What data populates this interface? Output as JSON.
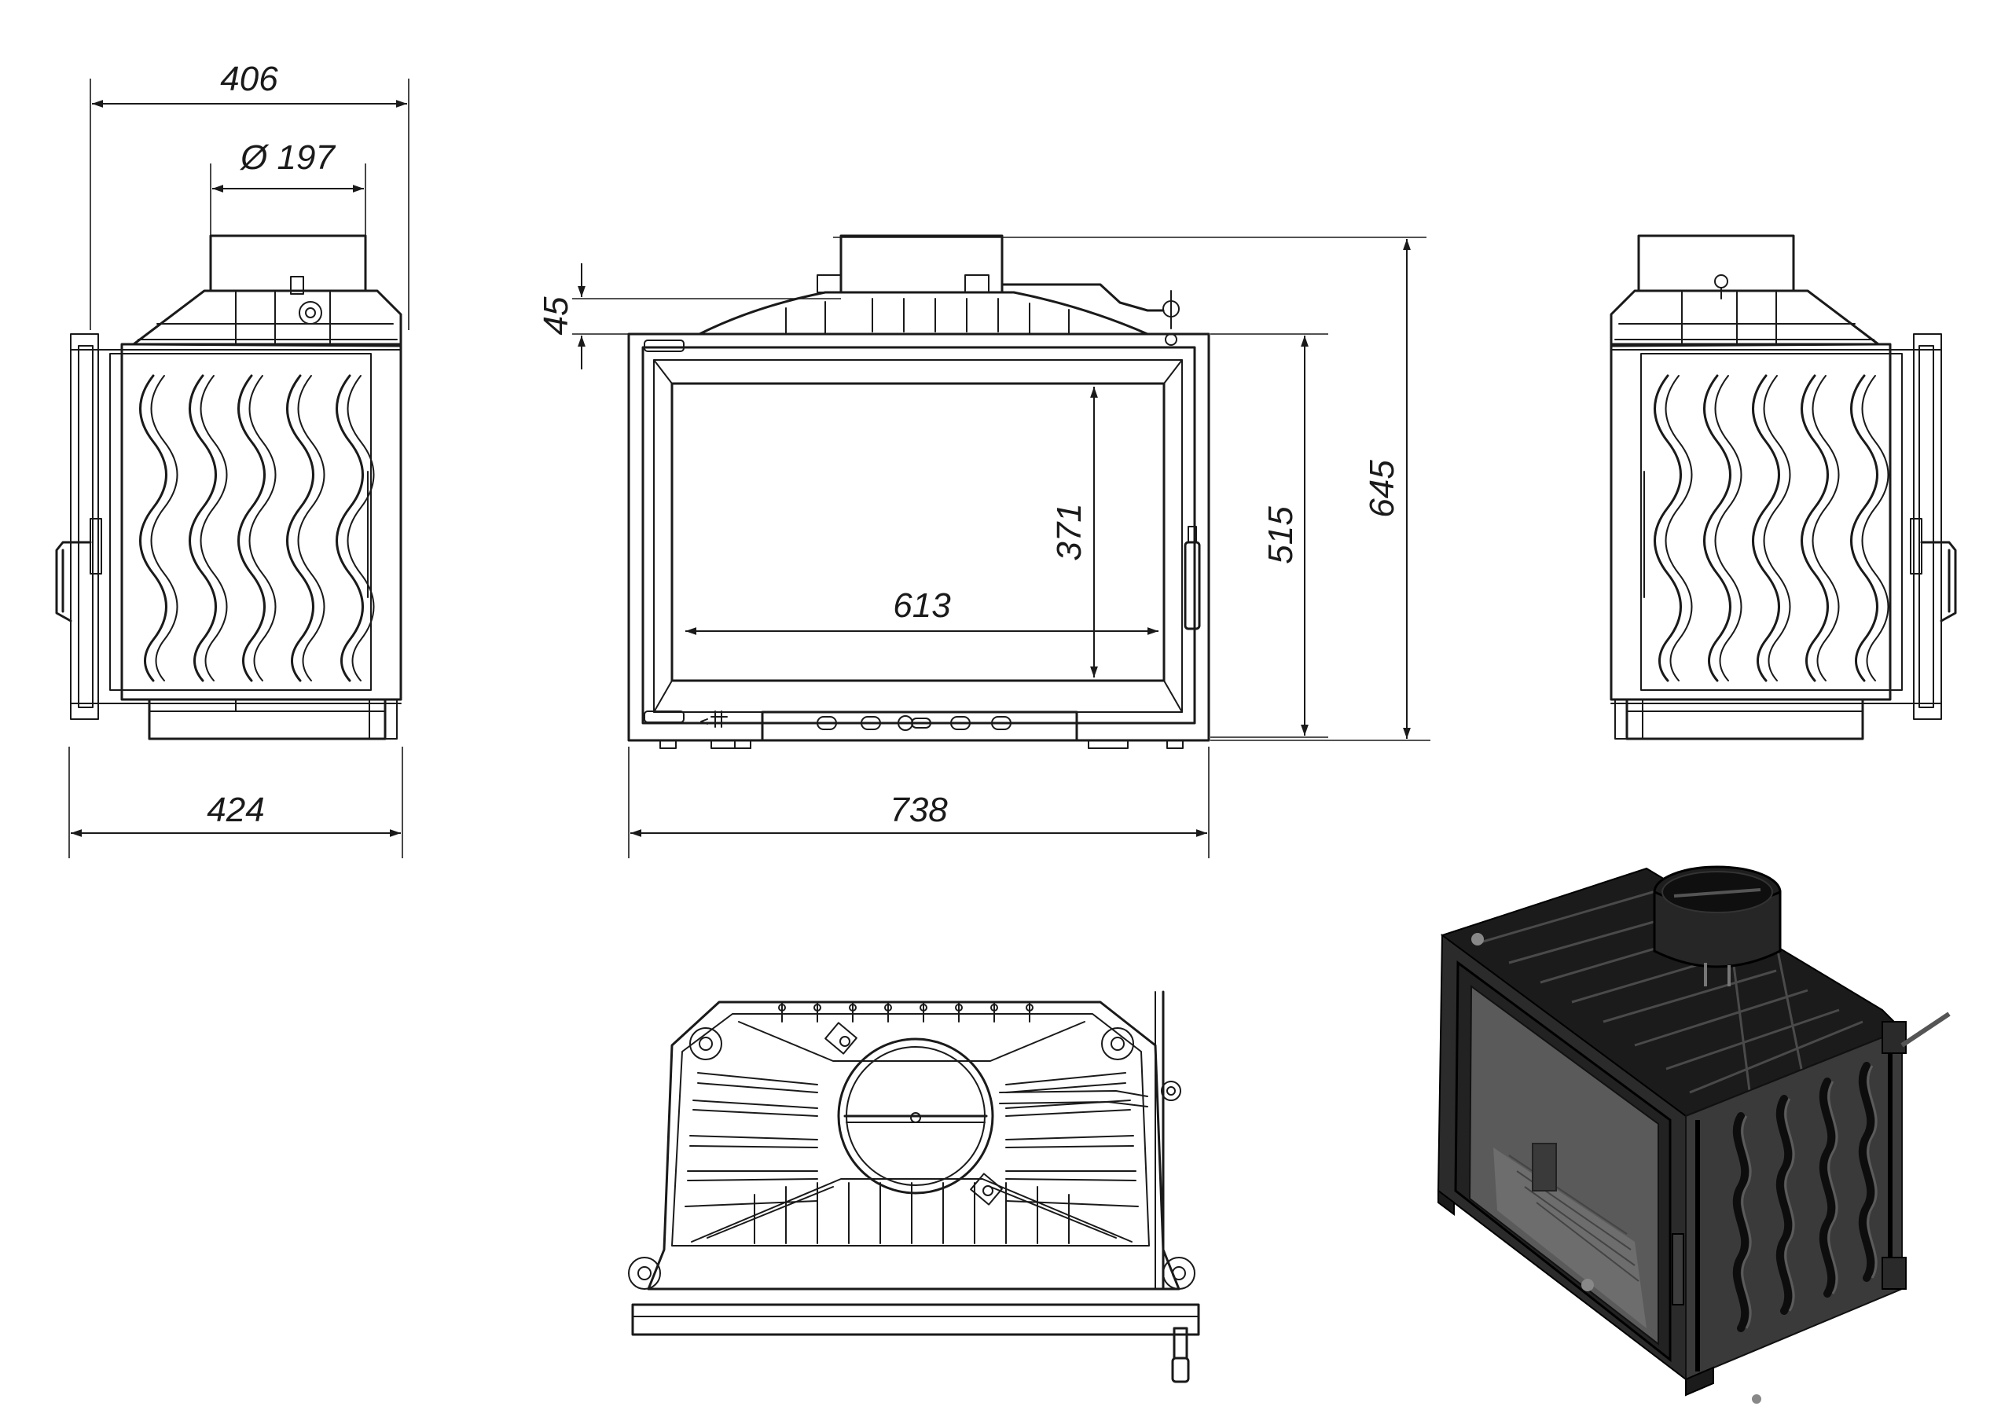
{
  "dimensions": {
    "top_width": "406",
    "flue_diameter": "Ø 197",
    "side_depth": "424",
    "front_width": "738",
    "glass_width": "613",
    "glass_height": "371",
    "door_height": "515",
    "total_height": "645",
    "flue_height": "45"
  },
  "colors": {
    "line": "#1a1a1a",
    "background": "#ffffff",
    "render_body": "#1b1b1b"
  }
}
